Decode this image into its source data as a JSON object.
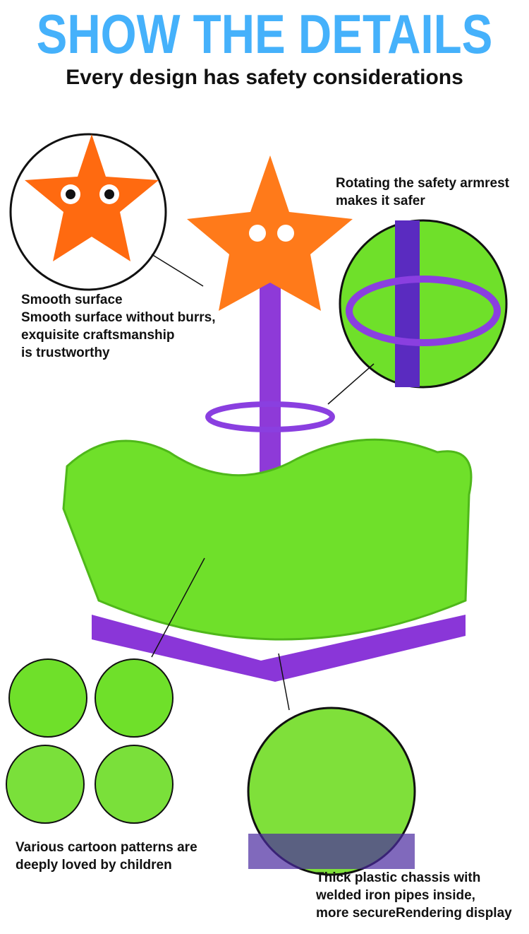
{
  "header": {
    "title": "SHOW THE DETAILS",
    "subtitle": "Every design has safety considerations"
  },
  "captions": {
    "smooth_surface": "Smooth surface\nSmooth surface without burrs,\nexquisite craftsmanship\nis trustworthy",
    "armrest": "Rotating the safety armrest\nmakes it safer",
    "patterns": "Various cartoon patterns are\ndeeply loved by children",
    "chassis": "Thick plastic chassis with\nwelded iron pipes inside,\nmore secureRendering display"
  },
  "colors": {
    "title": "#45b1fb",
    "green": "#6fe02a",
    "purple": "#7a2fd0",
    "orange": "#ff7a1a",
    "base": "#8a36d8"
  }
}
